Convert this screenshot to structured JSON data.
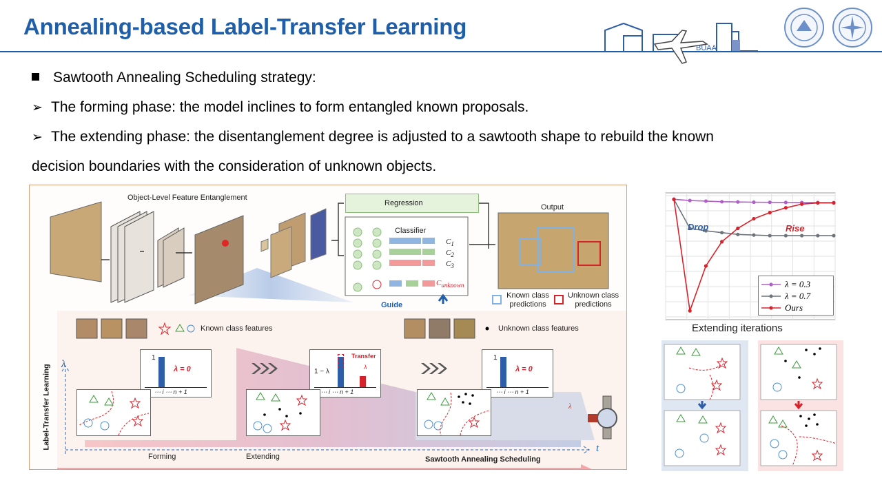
{
  "slide": {
    "title": "Annealing-based Label-Transfer Learning",
    "logo_text": "BUAA",
    "bullets": [
      "Sawtooth Annealing Scheduling strategy:",
      "The forming phase: the model inclines to form entangled known proposals.",
      "The extending phase: the disentanglement degree is adjusted to a sawtooth shape to rebuild the known",
      "decision boundaries with the consideration of unknown objects."
    ]
  },
  "figure_main": {
    "entanglement_label": "Object-Level Feature Entanglement",
    "regression_label": "Regression",
    "classifier_label": "Classifier",
    "class_labels": [
      "C",
      "C",
      "C",
      "C"
    ],
    "class_subs": [
      "1",
      "2",
      "3",
      "unknown"
    ],
    "output_label": "Output",
    "guide_label": "Guide",
    "known_pred_label": "Known class predictions",
    "unknown_pred_label": "Unknown class predictions",
    "known_features_label": "Known class features",
    "unknown_features_label": "Unknown class features",
    "y_axis_label": "Label-Transfer Learning",
    "y_axis_symbol": "λ",
    "x_axis_symbol": "t",
    "lambda_zero": "λ = 0",
    "one": "1",
    "one_minus_lambda": "1 − λ",
    "transfer_label": "Transfer",
    "lambda": "λ",
    "ticks_i": "⋯ i  ⋯ n + 1",
    "ticks_i_full": "1 ⋯ i ⋯  n + 1",
    "forming_label": "Forming",
    "extending_label": "Extending",
    "scheduling_label": "Sawtooth Annealing Scheduling"
  },
  "figure_right": {
    "drop_label": "Drop",
    "rise_label": "Rise",
    "x_label": "Extending iterations",
    "colors": {
      "l03": "#b05fc9",
      "l07": "#6e747c",
      "ours": "#d6222b"
    }
  },
  "chart_data": {
    "type": "line",
    "xlabel": "Extending iterations",
    "ylabel": "",
    "x": [
      0,
      1,
      2,
      3,
      4,
      5,
      6,
      7,
      8,
      9,
      10
    ],
    "series": [
      {
        "name": "λ = 0.3",
        "values": [
          0.97,
          0.96,
          0.955,
          0.95,
          0.948,
          0.946,
          0.945,
          0.944,
          0.943,
          0.943,
          0.942
        ]
      },
      {
        "name": "λ = 0.7",
        "values": [
          0.97,
          0.73,
          0.71,
          0.695,
          0.68,
          0.675,
          0.67,
          0.67,
          0.67,
          0.67,
          0.67
        ]
      },
      {
        "name": "Ours",
        "values": [
          0.97,
          0.05,
          0.42,
          0.62,
          0.73,
          0.81,
          0.86,
          0.9,
          0.93,
          0.94,
          0.94
        ]
      }
    ],
    "legend": "bottom-right",
    "grid": true
  }
}
